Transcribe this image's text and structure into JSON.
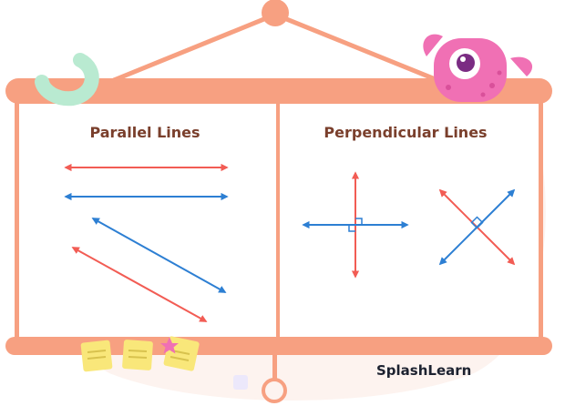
{
  "panels": {
    "left": {
      "title": "Parallel Lines"
    },
    "right": {
      "title": "Perpendicular Lines"
    }
  },
  "brand": {
    "name": "SplashLearn"
  },
  "colors": {
    "frame": "#f7a081",
    "title_text": "#7a3f2c",
    "red_line": "#f25c54",
    "blue_line": "#2d7fd3",
    "monster": "#f070b4",
    "sticky_note": "#f9e77a",
    "hook": "#b9ead1"
  },
  "icons": [
    "hanger-knob-icon",
    "monster-mascot-icon",
    "hook-decoration-icon",
    "sticky-note-icon",
    "star-icon",
    "hanger-ring-icon"
  ]
}
